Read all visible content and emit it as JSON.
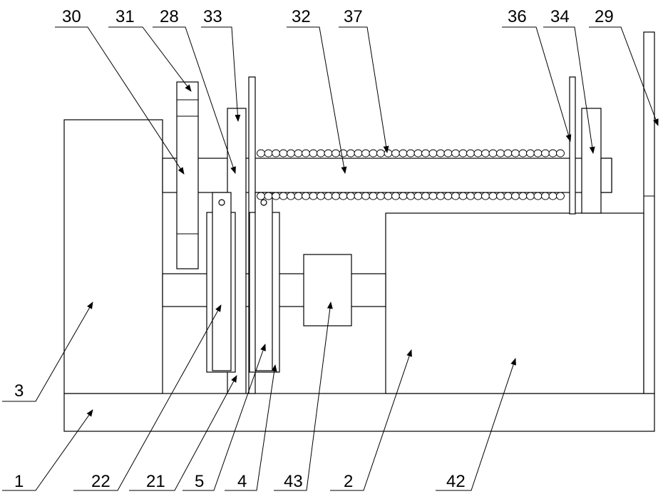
{
  "labels": {
    "l30": "30",
    "l31": "31",
    "l28": "28",
    "l33": "33",
    "l32": "32",
    "l37": "37",
    "l36": "36",
    "l34": "34",
    "l29": "29",
    "l3": "3",
    "l1": "1",
    "l22": "22",
    "l21": "21",
    "l5": "5",
    "l4": "4",
    "l43": "43",
    "l2": "2",
    "l42": "42"
  },
  "colors": {
    "stroke": "#000000",
    "background": "#ffffff"
  }
}
